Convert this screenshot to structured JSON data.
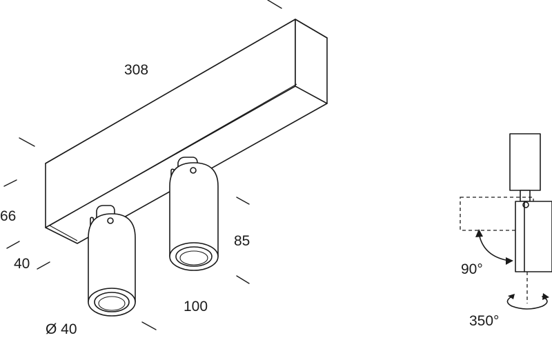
{
  "dimensions": {
    "length": "308",
    "height": "66",
    "depth": "40",
    "spot_height": "85",
    "spot_spacing": "100",
    "spot_diameter": "Ø 40"
  },
  "rotation": {
    "tilt": "90°",
    "pan": "350°"
  }
}
